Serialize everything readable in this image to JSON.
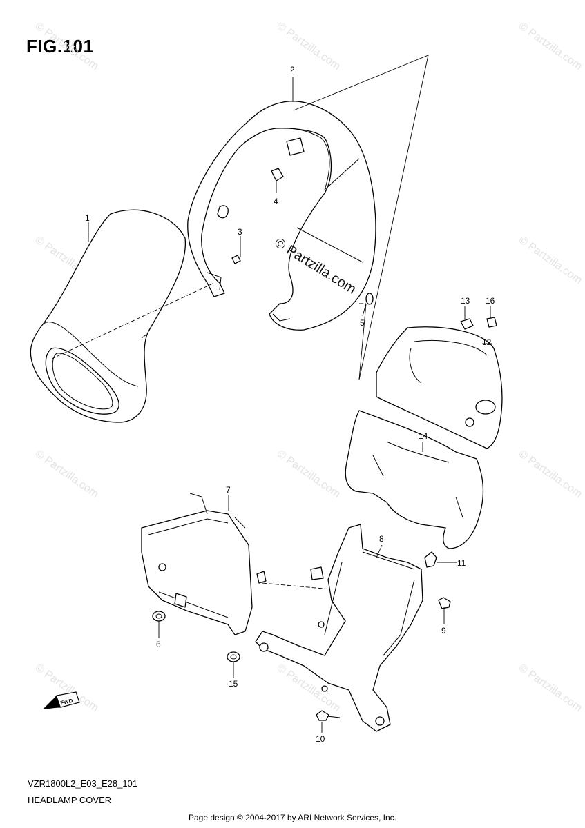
{
  "figure": {
    "title": "FIG.101",
    "model_code": "VZR1800L2_E03_E28_101",
    "caption": "HEADLAMP COVER",
    "footer": "Page design © 2004-2017 by ARI Network Services, Inc."
  },
  "watermark": {
    "small_text": "© Partzilla.com",
    "center_text": "© Partzilla.com",
    "color": "#e3e3e3"
  },
  "direction_arrow": {
    "label": "FWD"
  },
  "callouts": [
    {
      "id": "1",
      "label": "1"
    },
    {
      "id": "2",
      "label": "2"
    },
    {
      "id": "3",
      "label": "3"
    },
    {
      "id": "4",
      "label": "4"
    },
    {
      "id": "5",
      "label": "5"
    },
    {
      "id": "6",
      "label": "6"
    },
    {
      "id": "7",
      "label": "7"
    },
    {
      "id": "8",
      "label": "8"
    },
    {
      "id": "9",
      "label": "9"
    },
    {
      "id": "10",
      "label": "10"
    },
    {
      "id": "11",
      "label": "11"
    },
    {
      "id": "12",
      "label": "12"
    },
    {
      "id": "13",
      "label": "13"
    },
    {
      "id": "14",
      "label": "14"
    },
    {
      "id": "15",
      "label": "15"
    },
    {
      "id": "16",
      "label": "16"
    }
  ]
}
